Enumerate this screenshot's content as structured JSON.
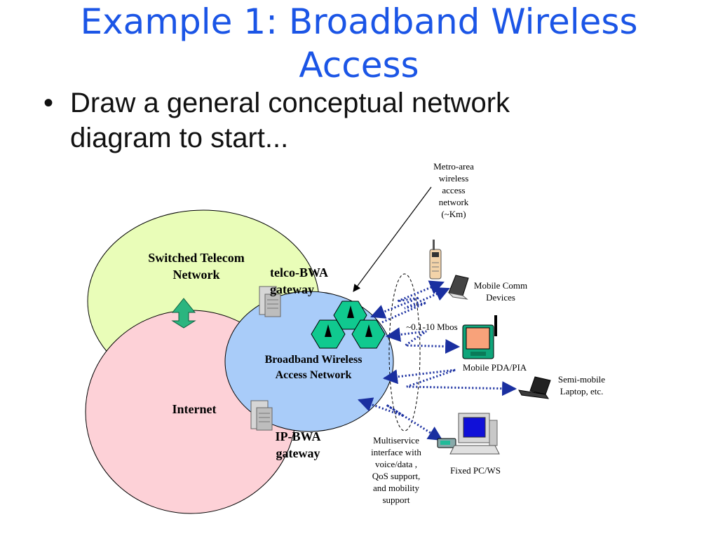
{
  "slide": {
    "title": "Example 1: Broadband Wireless\nAccess",
    "bullet": "Draw a general conceptual network diagram to start..."
  },
  "diagram": {
    "telecom_label": "Switched Telecom\nNetwork",
    "internet_label": "Internet",
    "bwa_label": "Broadband Wireless\nAccess Network",
    "telco_gateway": "telco-BWA\ngateway",
    "ip_gateway": "IP-BWA\ngateway",
    "metro_label": "Metro-area\nwireless\naccess\nnetwork\n(~Km)",
    "mobile_comm": "Mobile Comm\nDevices",
    "rate_label": "~0.1-10 Mbos",
    "pda_label": "Mobile PDA/PIA",
    "laptop_label": "Semi-mobile\nLaptop, etc.",
    "multiservice": "Multiservice\ninterface with\nvoice/data ,\nQoS support,\nand mobility\nsupport",
    "fixed_pc": "Fixed PC/WS"
  },
  "colors": {
    "title": "#1b55e6",
    "telecom_fill": "#e9fdb8",
    "internet_fill": "#fdd1d7",
    "bwa_fill": "#a9ccf9",
    "hex_fill": "#10c98f",
    "link_dots": "#1a2fa0",
    "double_arrow": "#2bb57f"
  }
}
